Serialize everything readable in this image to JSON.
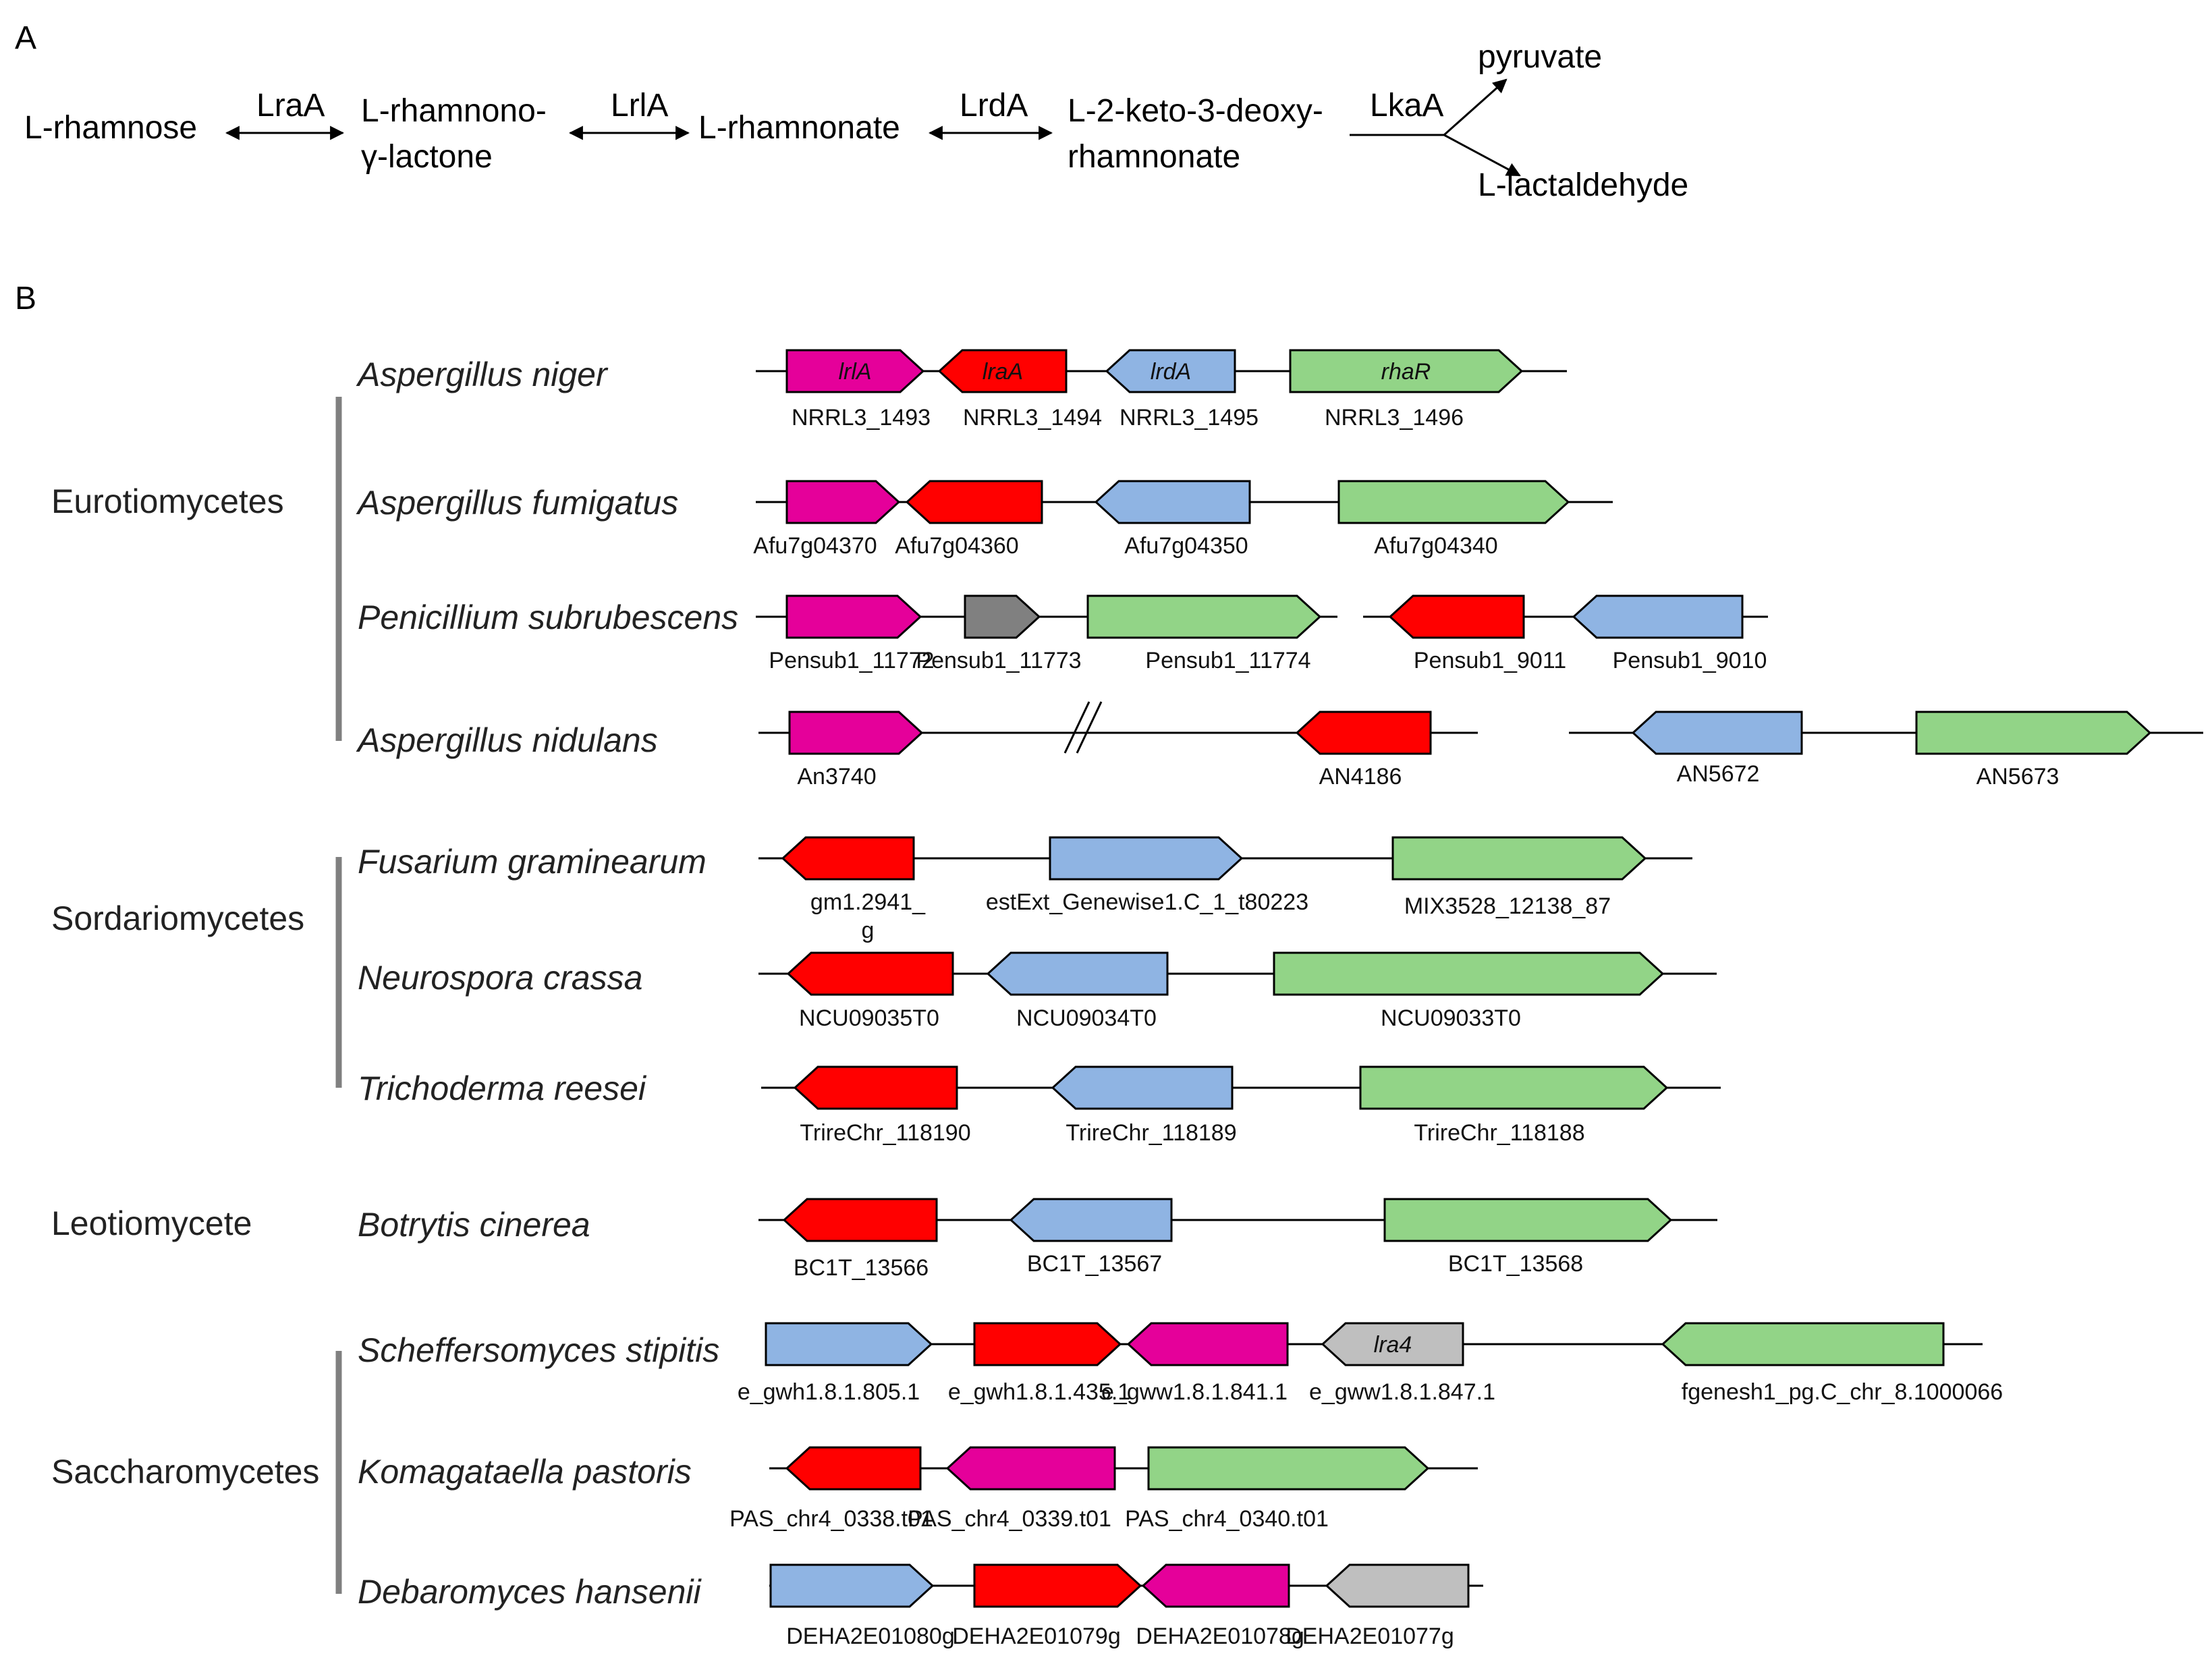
{
  "panel_a": {
    "letter": "A",
    "compounds": {
      "rhamnose": "L-rhamnose",
      "lactone_1": "L-rhamnono-",
      "lactone_2": "γ-lactone",
      "rhamnonate": "L-rhamnonate",
      "keto_1": "L-2-keto-3-deoxy-",
      "keto_2": "rhamnonate",
      "pyruvate": "pyruvate",
      "lactaldehyde": "L-lactaldehyde"
    },
    "enzymes": {
      "lraA": {
        "label": "LraA",
        "color": "#ff0000"
      },
      "lrlA": {
        "label": "LrlA",
        "color": "#e5007e"
      },
      "lrdA": {
        "label": "LrdA",
        "color": "#2e64b4"
      },
      "lkaA": {
        "label": "LkaA",
        "color": "#000000"
      }
    }
  },
  "panel_b": {
    "letter": "B",
    "gene_colors": {
      "lrlA": "#e5009a",
      "lraA": "#ff0000",
      "lrdA": "#8fb4e3",
      "rhaR": "#92d487",
      "lra4": "#bfbfbf",
      "other": "#808080"
    },
    "classes": [
      {
        "name": "Eurotiomycetes"
      },
      {
        "name": "Sordariomycetes"
      },
      {
        "name": "Leotiomycete"
      },
      {
        "name": "Saccharomycetes"
      }
    ],
    "species": [
      {
        "name": "Aspergillus niger",
        "genes": [
          {
            "id": "NRRL3_1493",
            "type": "lrlA",
            "strand": "+",
            "label": "lrlA"
          },
          {
            "id": "NRRL3_1494",
            "type": "lraA",
            "strand": "-",
            "label": "lraA"
          },
          {
            "id": "NRRL3_1495",
            "type": "lrdA",
            "strand": "-",
            "label": "lrdA"
          },
          {
            "id": "NRRL3_1496",
            "type": "rhaR",
            "strand": "+",
            "label": "rhaR"
          }
        ]
      },
      {
        "name": "Aspergillus fumigatus",
        "genes": [
          {
            "id": "Afu7g04370",
            "type": "lrlA",
            "strand": "+"
          },
          {
            "id": "Afu7g04360",
            "type": "lraA",
            "strand": "-"
          },
          {
            "id": "Afu7g04350",
            "type": "lrdA",
            "strand": "-"
          },
          {
            "id": "Afu7g04340",
            "type": "rhaR",
            "strand": "+"
          }
        ]
      },
      {
        "name": "Penicillium subrubescens",
        "genes": [
          {
            "id": "Pensub1_11772",
            "type": "lrlA",
            "strand": "+"
          },
          {
            "id": "Pensub1_11773",
            "type": "other",
            "strand": "+"
          },
          {
            "id": "Pensub1_11774",
            "type": "rhaR",
            "strand": "+"
          },
          {
            "id": "Pensub1_9011",
            "type": "lraA",
            "strand": "-"
          },
          {
            "id": "Pensub1_9010",
            "type": "lrdA",
            "strand": "-"
          }
        ]
      },
      {
        "name": "Aspergillus nidulans",
        "genes": [
          {
            "id": "An3740",
            "type": "lrlA",
            "strand": "+"
          },
          {
            "id": "AN4186",
            "type": "lraA",
            "strand": "-"
          },
          {
            "id": "AN5672",
            "type": "lrdA",
            "strand": "-"
          },
          {
            "id": "AN5673",
            "type": "rhaR",
            "strand": "+"
          }
        ]
      },
      {
        "name": "Fusarium graminearum",
        "genes": [
          {
            "id": "gm1.2941_",
            "id2": "g",
            "type": "lraA",
            "strand": "-"
          },
          {
            "id": "estExt_Genewise1.C_1_t80223",
            "type": "lrdA",
            "strand": "+"
          },
          {
            "id": "MIX3528_12138_87",
            "type": "rhaR",
            "strand": "+"
          }
        ]
      },
      {
        "name": "Neurospora crassa",
        "genes": [
          {
            "id": "NCU09035T0",
            "type": "lraA",
            "strand": "-"
          },
          {
            "id": "NCU09034T0",
            "type": "lrdA",
            "strand": "-"
          },
          {
            "id": "NCU09033T0",
            "type": "rhaR",
            "strand": "+"
          }
        ]
      },
      {
        "name": "Trichoderma reesei",
        "genes": [
          {
            "id": "TrireChr_118190",
            "type": "lraA",
            "strand": "-"
          },
          {
            "id": "TrireChr_118189",
            "type": "lrdA",
            "strand": "-"
          },
          {
            "id": "TrireChr_118188",
            "type": "rhaR",
            "strand": "+"
          }
        ]
      },
      {
        "name": "Botrytis cinerea",
        "genes": [
          {
            "id": "BC1T_13566",
            "type": "lraA",
            "strand": "-"
          },
          {
            "id": "BC1T_13567",
            "type": "lrdA",
            "strand": "-"
          },
          {
            "id": "BC1T_13568",
            "type": "rhaR",
            "strand": "+"
          }
        ]
      },
      {
        "name": "Scheffersomyces stipitis",
        "genes": [
          {
            "id": "e_gwh1.8.1.805.1",
            "type": "lrdA",
            "strand": "+"
          },
          {
            "id": "e_gwh1.8.1.435.1",
            "type": "lraA",
            "strand": "+"
          },
          {
            "id": "e_gww1.8.1.841.1",
            "type": "lrlA",
            "strand": "-"
          },
          {
            "id": "e_gww1.8.1.847.1",
            "type": "lra4",
            "strand": "-",
            "label": "lra4"
          },
          {
            "id": "fgenesh1_pg.C_chr_8.1000066",
            "type": "rhaR",
            "strand": "-"
          }
        ]
      },
      {
        "name": "Komagataella pastoris",
        "genes": [
          {
            "id": "PAS_chr4_0338.t01",
            "type": "lraA",
            "strand": "-"
          },
          {
            "id": "PAS_chr4_0339.t01",
            "type": "lrlA",
            "strand": "-"
          },
          {
            "id": "PAS_chr4_0340.t01",
            "type": "rhaR",
            "strand": "+"
          }
        ]
      },
      {
        "name": "Debaromyces hansenii",
        "genes": [
          {
            "id": "DEHA2E01080g",
            "type": "lrdA",
            "strand": "+"
          },
          {
            "id": "DEHA2E01079g",
            "type": "lraA",
            "strand": "+"
          },
          {
            "id": "DEHA2E01078g",
            "type": "lrlA",
            "strand": "-"
          },
          {
            "id": "DEHA2E01077g",
            "type": "lra4",
            "strand": "-"
          }
        ]
      }
    ]
  }
}
